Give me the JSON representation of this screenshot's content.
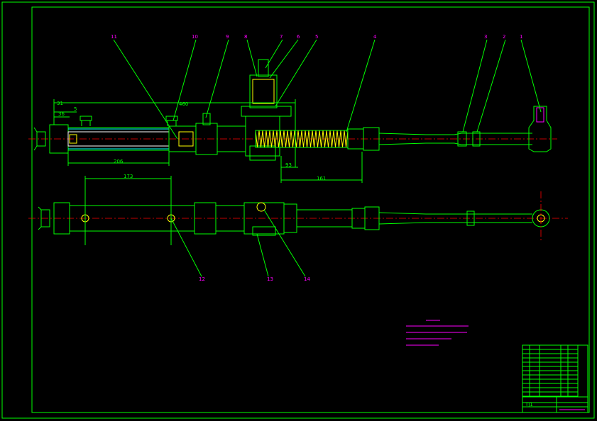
{
  "drawing": {
    "part_numbers": [
      "1",
      "2",
      "3",
      "4",
      "5",
      "6",
      "7",
      "8",
      "9",
      "10",
      "11",
      "12",
      "13",
      "14"
    ],
    "dimensions": {
      "d31": "31",
      "d5": "5",
      "d36": "36",
      "d460": "460",
      "d206": "206",
      "d93": "93",
      "d161": "161",
      "d173": "173"
    },
    "title_block": {
      "bottom_left": "TJ1",
      "bottom_right": "",
      "code": ""
    }
  },
  "colors": {
    "line": "#00ff00",
    "label": "#ff00ff",
    "centerline": "#ff0000",
    "highlight": "#ffff00",
    "background": "#000000"
  }
}
